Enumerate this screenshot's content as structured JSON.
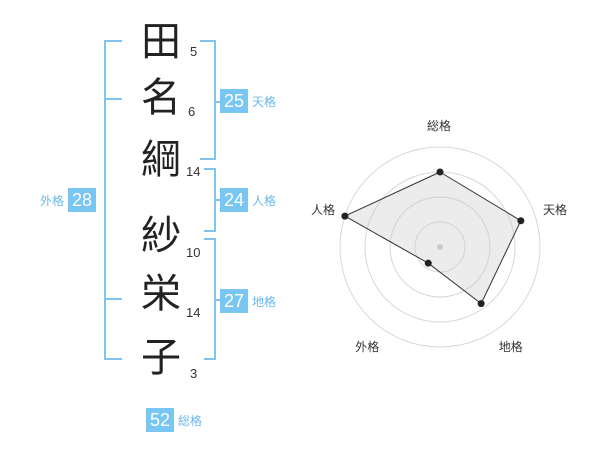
{
  "name_chars": [
    {
      "char": "田",
      "strokes": "5"
    },
    {
      "char": "名",
      "strokes": "6"
    },
    {
      "char": "綱",
      "strokes": "14"
    },
    {
      "char": "紗",
      "strokes": "10"
    },
    {
      "char": "栄",
      "strokes": "14"
    },
    {
      "char": "子",
      "strokes": "3"
    }
  ],
  "kaku": {
    "tenkaku": {
      "label": "天格",
      "value": "25"
    },
    "jinkaku": {
      "label": "人格",
      "value": "24"
    },
    "chikaku": {
      "label": "地格",
      "value": "27"
    },
    "gaikaku": {
      "label": "外格",
      "value": "28"
    },
    "soukaku": {
      "label": "総格",
      "value": "52"
    }
  },
  "colors": {
    "accent": "#79c6f2",
    "accent_text": "#6bb8ea"
  },
  "chart_data": {
    "type": "radar",
    "axes": [
      "総格",
      "天格",
      "地格",
      "外格",
      "人格"
    ],
    "values": [
      0.75,
      0.85,
      0.7,
      0.2,
      1.0
    ],
    "range": [
      0,
      1
    ],
    "rings": 4
  }
}
